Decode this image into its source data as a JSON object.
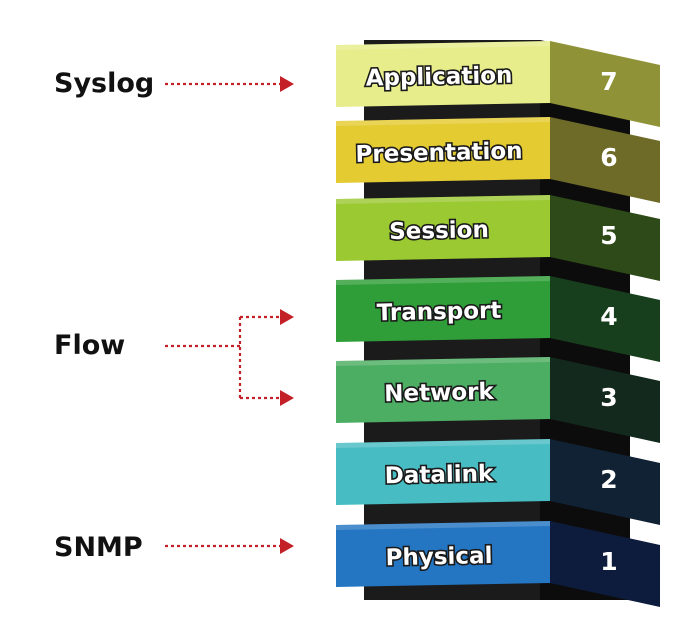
{
  "layers": [
    {
      "number": "7",
      "name": "Application",
      "front": "#e7ed8a",
      "side": "#8f9236"
    },
    {
      "number": "6",
      "name": "Presentation",
      "front": "#e4cb31",
      "side": "#6e6a27"
    },
    {
      "number": "5",
      "name": "Session",
      "front": "#9bc932",
      "side": "#2f4a19"
    },
    {
      "number": "4",
      "name": "Transport",
      "front": "#2f9e38",
      "side": "#183f1d"
    },
    {
      "number": "3",
      "name": "Network",
      "front": "#4cae62",
      "side": "#13291d"
    },
    {
      "number": "2",
      "name": "Datalink",
      "front": "#47bcc3",
      "side": "#112235"
    },
    {
      "number": "1",
      "name": "Physical",
      "front": "#2476c2",
      "side": "#0d1c3d"
    }
  ],
  "protocols": [
    {
      "label": "Syslog",
      "targets": [
        "Application"
      ]
    },
    {
      "label": "Flow",
      "targets": [
        "Transport",
        "Network"
      ]
    },
    {
      "label": "SNMP",
      "targets": [
        "Physical"
      ]
    }
  ],
  "colors": {
    "arrow": "#c32127",
    "core": "#1b1b1b"
  }
}
